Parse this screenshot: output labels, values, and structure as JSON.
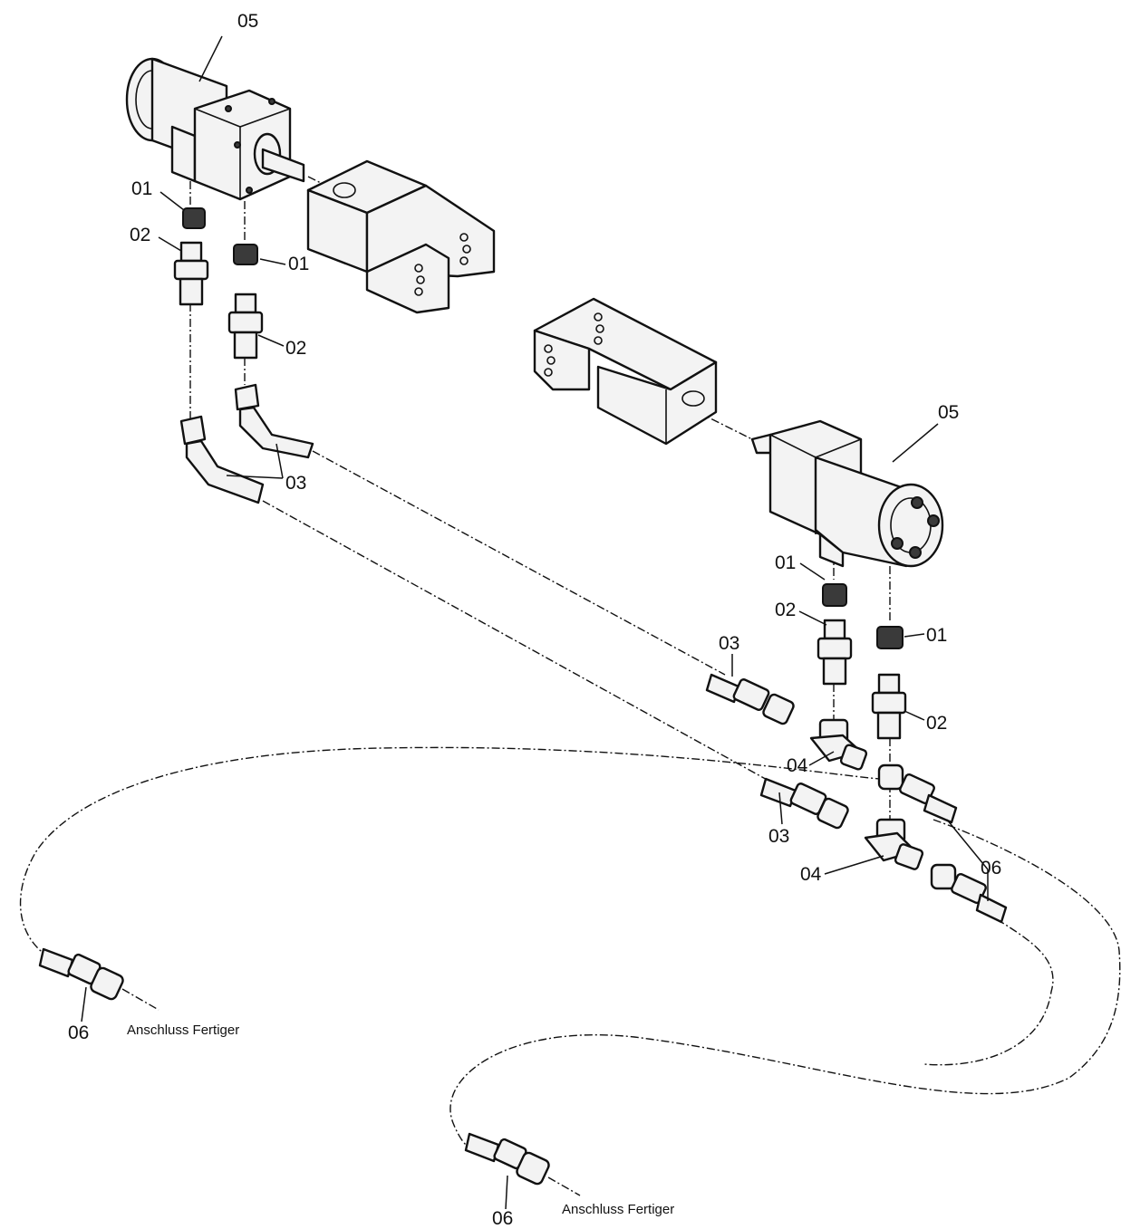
{
  "callouts": {
    "c01_a": "01",
    "c02_a": "02",
    "c01_b": "01",
    "c02_b": "02",
    "c03_top": "03",
    "c05_top": "05",
    "c05_right": "05",
    "c01_c": "01",
    "c02_c": "02",
    "c01_d": "01",
    "c02_d": "02",
    "c03_mid": "03",
    "c03_low": "03",
    "c04_upper": "04",
    "c04_lower": "04",
    "c06_right": "06",
    "c06_left": "06",
    "c06_bottom": "06"
  },
  "notes": {
    "anschluss_left": "Anschluss Fertiger",
    "anschluss_bottom": "Anschluss Fertiger"
  }
}
